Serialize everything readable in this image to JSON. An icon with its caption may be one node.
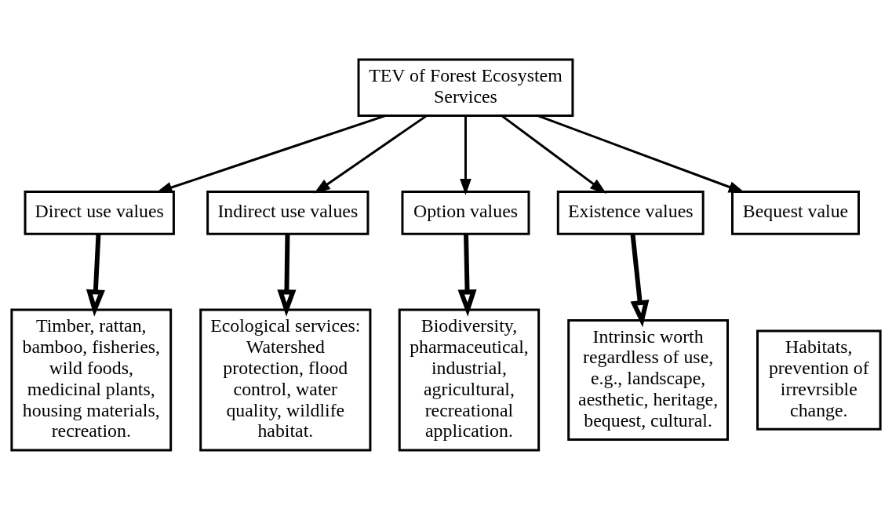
{
  "diagram": {
    "nodes": [
      {
        "text": [
          "TEV of Forest Ecosystem Services"
        ]
      },
      {
        "text": [
          "Direct use values"
        ]
      },
      {
        "text": [
          "Indirect use values"
        ]
      },
      {
        "text": [
          "Option values"
        ]
      },
      {
        "text": [
          "Existence values"
        ]
      },
      {
        "text": [
          "Bequest value"
        ]
      },
      {
        "text": [
          "Timber, rattan, bamboo, fisheries, wild foods, medicinal plants, housing materials, recreation."
        ]
      },
      {
        "text": [
          "Ecological services:",
          "Watershed protection, flood control, water quality, wildlife habitat."
        ]
      },
      {
        "text": [
          "Biodiversity, pharmaceutical, industrial, agricultural, recreational application."
        ]
      },
      {
        "text": [
          "Intrinsic worth regardless of use, e.g., landscape, aesthetic, heritage, bequest, cultural."
        ]
      },
      {
        "text": [
          "Habitats, prevention of irrevrsible change."
        ]
      }
    ],
    "edges": [
      {
        "from": 0,
        "to": 1,
        "arrow": "to"
      },
      {
        "from": 0,
        "to": 2,
        "arrow": "to"
      },
      {
        "from": 0,
        "to": 3,
        "arrow": "to"
      },
      {
        "from": 0,
        "to": 4,
        "arrow": "to"
      },
      {
        "from": 0,
        "to": 5,
        "arrow": "to"
      },
      {
        "from": 1,
        "to": 6,
        "arrow": "to",
        "style": "thick"
      },
      {
        "from": 2,
        "to": 7,
        "arrow": "to",
        "style": "thick"
      },
      {
        "from": 3,
        "to": 8,
        "arrow": "to",
        "style": "thick"
      },
      {
        "from": 4,
        "to": 9,
        "arrow": "to",
        "style": "thick"
      }
    ]
  }
}
